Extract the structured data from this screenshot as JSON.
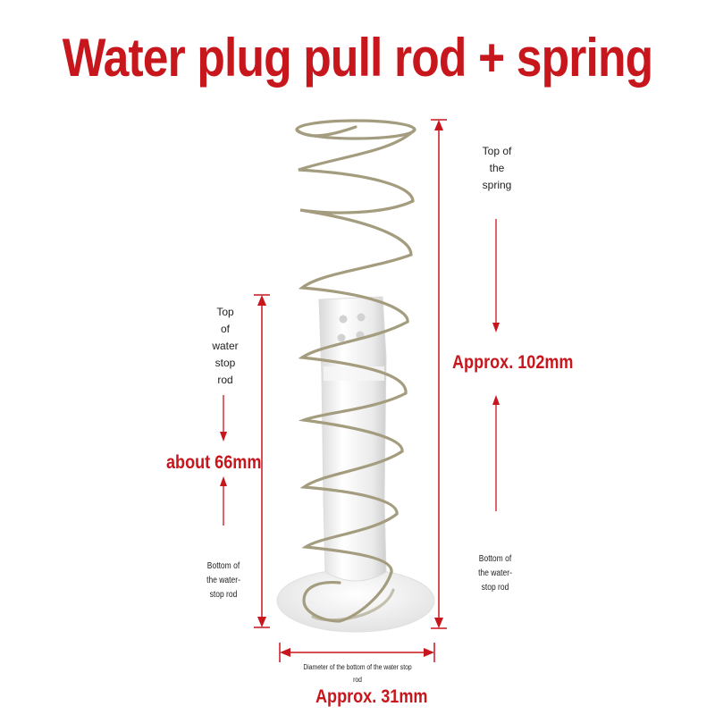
{
  "title": "Water plug pull rod + spring",
  "labels": {
    "spring_top": "Top of\nthe\nspring",
    "rod_top": "Top\nof\nwater\nstop\nrod",
    "rod_bottom_left": "Bottom of\nthe water-\nstop rod",
    "rod_bottom_right": "Bottom of\nthe water-\nstop rod",
    "diameter_caption": "Diameter of the bottom of the water stop\nrod"
  },
  "measurements": {
    "rod_height": "about 66mm",
    "spring_height": "Approx. 102mm",
    "base_diameter": "Approx. 31mm"
  },
  "colors": {
    "accent": "#c8161d",
    "title": "#c8161d",
    "spring_wire": "#a49c7e",
    "rod": "#f1f1f1"
  }
}
